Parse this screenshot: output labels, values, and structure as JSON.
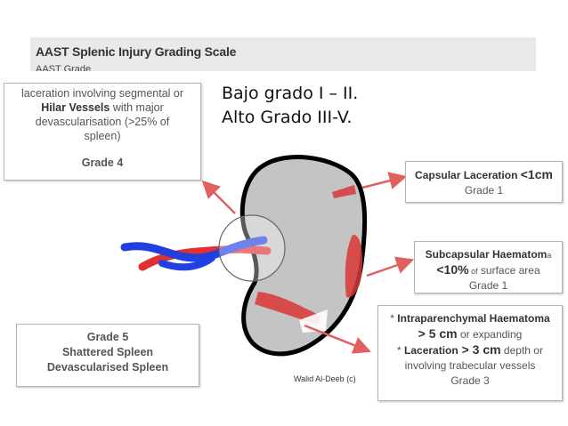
{
  "header": {
    "title": "AAST Splenic Injury Grading Scale",
    "subtitle": "AAST Grade"
  },
  "overlay": {
    "line1": "Bajo grado I – II.",
    "line2": "Alto Grado III-V."
  },
  "grade4_box": {
    "line1": "laceration involving segmental or",
    "line2_bold": "Hilar Vessels",
    "line2_rest": " with major",
    "line3": "devascularisation (>25% of",
    "line4": "spleen)",
    "grade": "Grade 4"
  },
  "capsular_box": {
    "label": "Capsular Laceration",
    "value": "<1cm",
    "grade": "Grade 1"
  },
  "subcapsular_box": {
    "label": "Subcapsular Haematom",
    "label_tail": "a",
    "value": "<10%",
    "value_rest": " of",
    "value_tail": " surface area",
    "grade": "Grade 1"
  },
  "intraparenchymal_box": {
    "bullet1": "* ",
    "title": "Intraparenchymal Haematoma",
    "size": "> 5 cm",
    "size_rest": " or expanding",
    "bullet2": "* ",
    "lac_label": "Laceration",
    "lac_value": " > 3 cm",
    "lac_rest": " depth or",
    "line4": "involving trabecular vessels",
    "grade": "Grade 3"
  },
  "grade5_box": {
    "line1": "Grade 5",
    "line2": "Shattered Spleen",
    "line3": "Devascularised Spleen"
  },
  "credit": "Walid Al-Deeb (c)",
  "colors": {
    "spleen_fill": "#c4c4c4",
    "spleen_outline": "#000000",
    "arrow": "#e06060",
    "artery": "#e03030",
    "vein": "#2040e0",
    "header_bg": "#e9e9e9"
  }
}
